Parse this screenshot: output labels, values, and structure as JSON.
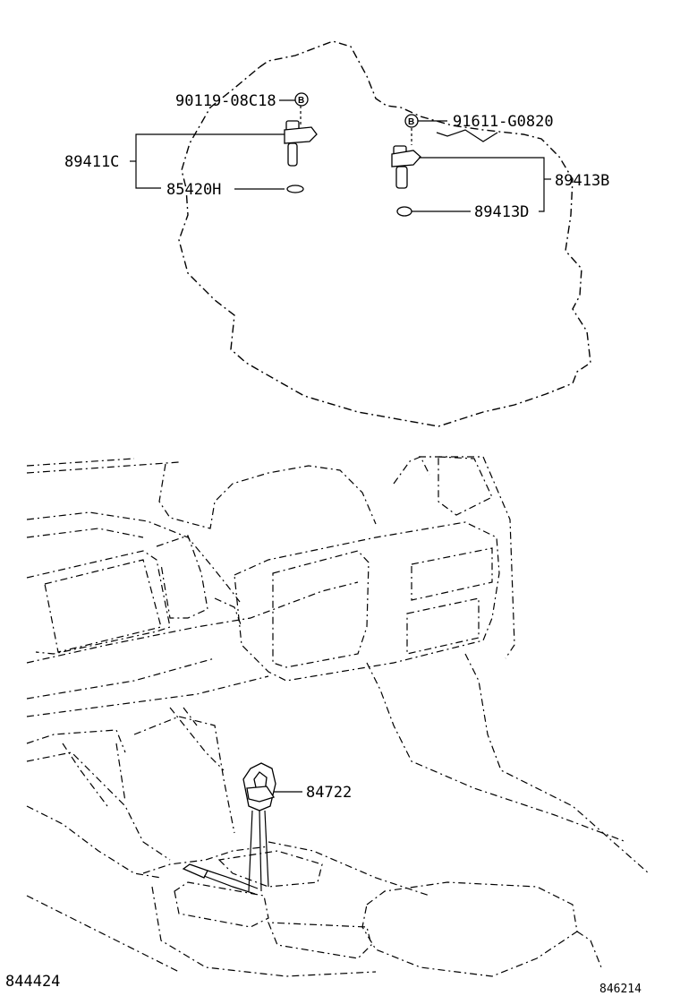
{
  "parts": {
    "crank_sensor_bolt": "90119-08C18",
    "crank_sensor": "89411C",
    "crank_oring": "85420H",
    "speed_sensor_bolt": "91611-G0820",
    "speed_sensor": "89413B",
    "speed_oring": "89413D",
    "shift_switch": "84722"
  },
  "figure_ids": {
    "left": "844424",
    "right": "846214"
  },
  "badges": {
    "bolt_a": "B",
    "bolt_b": "B"
  }
}
